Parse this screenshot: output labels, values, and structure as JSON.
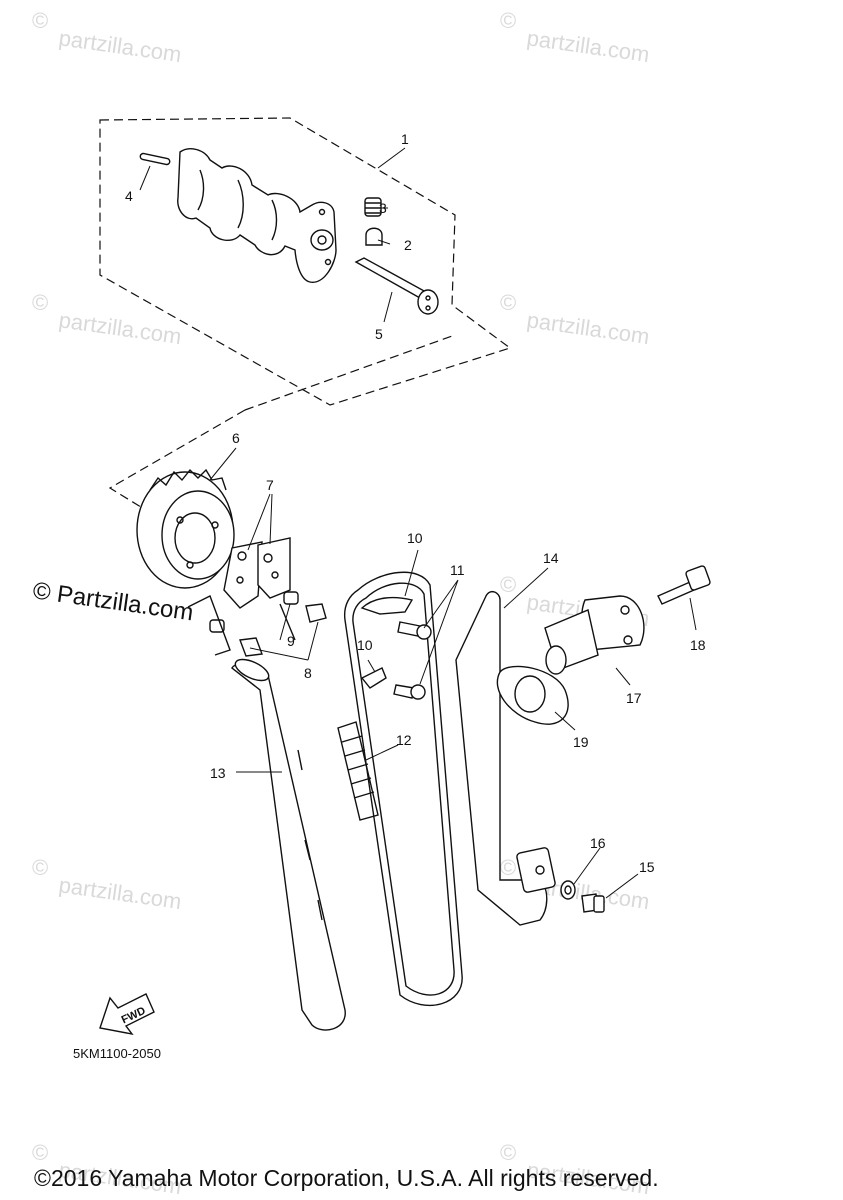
{
  "watermark": {
    "site": "partzilla.com",
    "symbol": "©",
    "big_text": "© Partzilla.com"
  },
  "callouts": {
    "c1": "1",
    "c2": "2",
    "c3": "3",
    "c4": "4",
    "c5": "5",
    "c6": "6",
    "c7": "7",
    "c8": "8",
    "c9": "9",
    "c10a": "10",
    "c10b": "10",
    "c11": "11",
    "c12": "12",
    "c13": "13",
    "c14": "14",
    "c15": "15",
    "c16": "16",
    "c17": "17",
    "c18": "18",
    "c19": "19"
  },
  "fwd_label": "FWD",
  "diagram_code": "5KM1100-2050",
  "copyright": "©2016 Yamaha Motor Corporation, U.S.A. All rights reserved."
}
